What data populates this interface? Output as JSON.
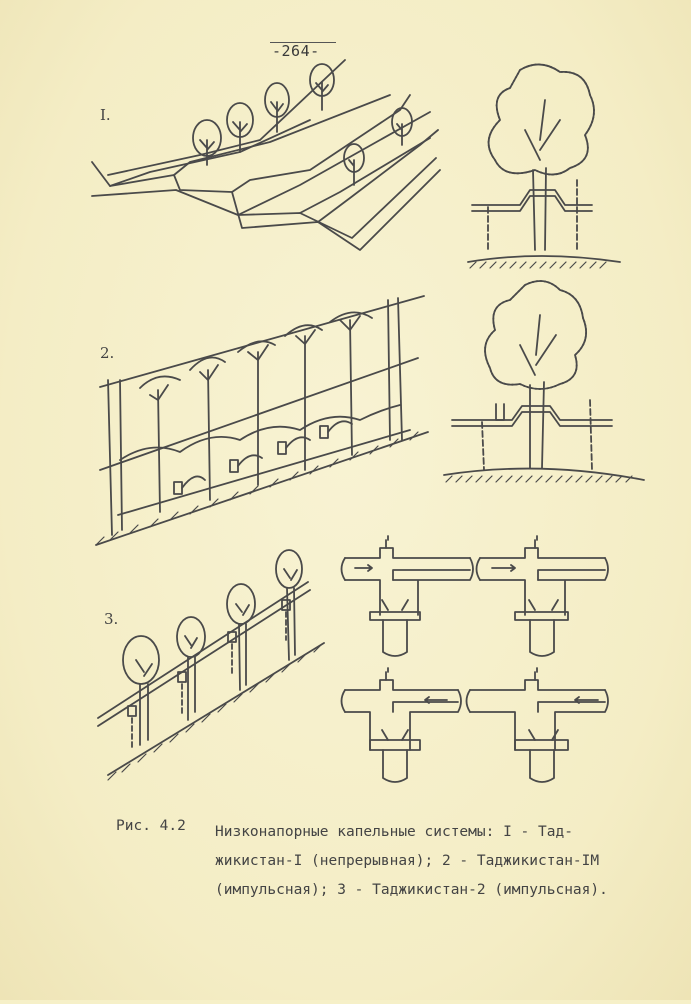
{
  "page_number": "264",
  "figure_labels": {
    "panel1": "I.",
    "panel2": "2.",
    "panel3": "3."
  },
  "caption": {
    "label": "Рис. 4.2",
    "line1": "Низконапорные капельные системы: I - Тад-",
    "line2": "жикистан-I (непрерывная); 2 - Таджикистан-IМ",
    "line3": "(импульсная); 3 - Таджикистан-2 (импульсная)."
  }
}
